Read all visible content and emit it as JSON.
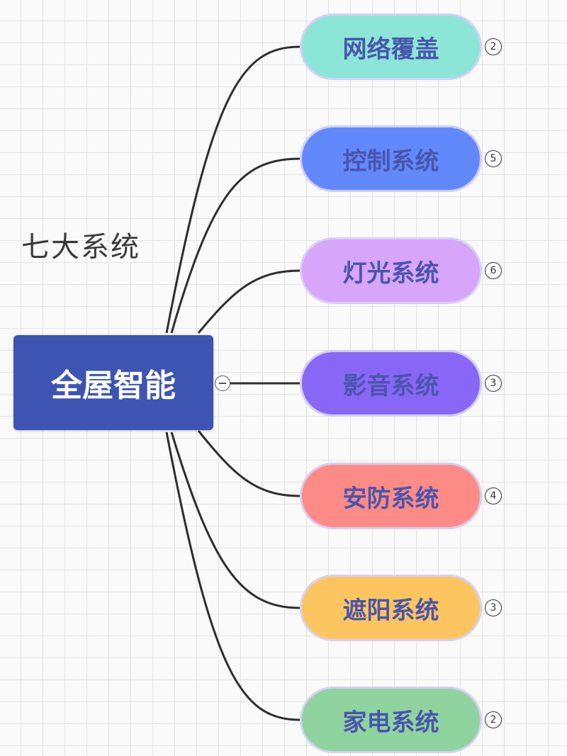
{
  "annotation": "七大系统",
  "root": {
    "label": "全屋智能"
  },
  "branches": [
    {
      "label": "网络覆盖",
      "count": "2",
      "color": "#8be6d8"
    },
    {
      "label": "控制系统",
      "count": "5",
      "color": "#6189fb"
    },
    {
      "label": "灯光系统",
      "count": "6",
      "color": "#d7a5fa"
    },
    {
      "label": "影音系统",
      "count": "3",
      "color": "#8867f6"
    },
    {
      "label": "安防系统",
      "count": "4",
      "color": "#ff8b86"
    },
    {
      "label": "遮阳系统",
      "count": "3",
      "color": "#fdc55f"
    },
    {
      "label": "家电系统",
      "count": "2",
      "color": "#8fd49f"
    }
  ],
  "colors": {
    "root": "#3d54b3",
    "line": "#2e2e2e",
    "text": "#4a55ad"
  }
}
